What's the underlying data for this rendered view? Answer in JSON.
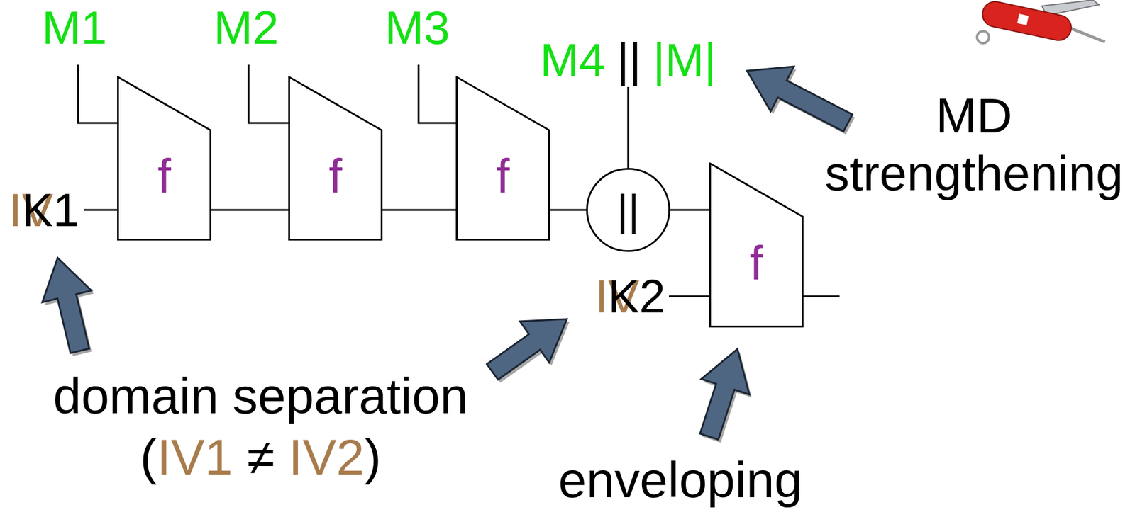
{
  "diagram": {
    "nodes": [
      {
        "text": [
          "f"
        ]
      },
      {
        "text": [
          "f"
        ]
      },
      {
        "text": [
          "f"
        ]
      },
      {
        "text": [
          "||"
        ]
      },
      {
        "text": [
          "f"
        ]
      }
    ],
    "edges": [
      {
        "from": 0,
        "to": 1,
        "arrow": "none"
      },
      {
        "from": 1,
        "to": 2,
        "arrow": "none"
      },
      {
        "from": 2,
        "to": 3,
        "arrow": "none"
      },
      {
        "from": 3,
        "to": 4,
        "arrow": "none"
      }
    ],
    "labels": [
      "M1",
      "M2",
      "M3",
      "M4",
      "||",
      "|M|",
      "IV1",
      "K1",
      "MD strengthening",
      "IV2",
      "K2",
      "domain separation",
      "(",
      "IV1",
      "≠",
      "IV2",
      ")",
      "enveloping"
    ]
  }
}
